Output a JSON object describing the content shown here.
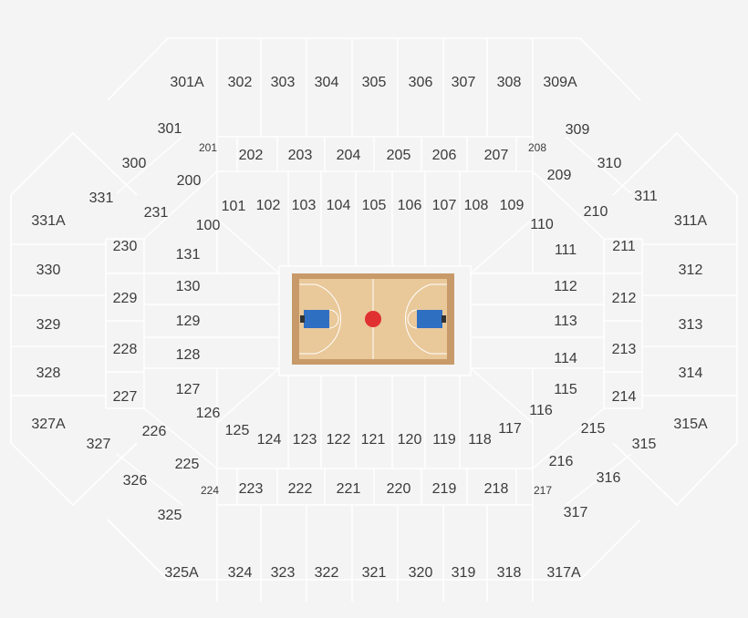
{
  "map": {
    "colors": {
      "background": "#f4f4f4",
      "divider": "#ffffff",
      "label": "#3b3b3b",
      "court_frame": "#c89a6a",
      "court_floor": "#e9c89a",
      "court_lines": "#ffffff",
      "key_paint": "#2f6fc2",
      "center_dot": "#e03030"
    },
    "sections": {
      "s300_top": [
        "301A",
        "302",
        "303",
        "304",
        "305",
        "306",
        "307",
        "308",
        "309A"
      ],
      "s300_bottom": [
        "325A",
        "324",
        "323",
        "322",
        "321",
        "320",
        "319",
        "318",
        "317A"
      ],
      "s300_left": [
        "331A",
        "330",
        "329",
        "328",
        "327A"
      ],
      "s300_right": [
        "311A",
        "312",
        "313",
        "314",
        "315A"
      ],
      "s300_corners": [
        "301",
        "300",
        "331",
        "309",
        "310",
        "311",
        "327",
        "326",
        "325",
        "315",
        "316",
        "317"
      ],
      "s200_top": [
        "202",
        "203",
        "204",
        "205",
        "206",
        "207"
      ],
      "s200_top_small": [
        "201",
        "208"
      ],
      "s200_bottom": [
        "223",
        "222",
        "221",
        "220",
        "219",
        "218"
      ],
      "s200_bottom_small": [
        "224",
        "217"
      ],
      "s200_left": [
        "230",
        "229",
        "228",
        "227"
      ],
      "s200_right": [
        "211",
        "212",
        "213",
        "214"
      ],
      "s200_corners": [
        "200",
        "231",
        "209",
        "210",
        "226",
        "225",
        "215",
        "216"
      ],
      "s100_top": [
        "101",
        "102",
        "103",
        "104",
        "105",
        "106",
        "107",
        "108",
        "109"
      ],
      "s100_bottom": [
        "124",
        "123",
        "122",
        "121",
        "120",
        "119",
        "118"
      ],
      "s100_left": [
        "131",
        "130",
        "129",
        "128",
        "127"
      ],
      "s100_right": [
        "111",
        "112",
        "113",
        "114",
        "115"
      ],
      "s100_corners": [
        "100",
        "110",
        "126",
        "125",
        "116",
        "117"
      ]
    }
  }
}
